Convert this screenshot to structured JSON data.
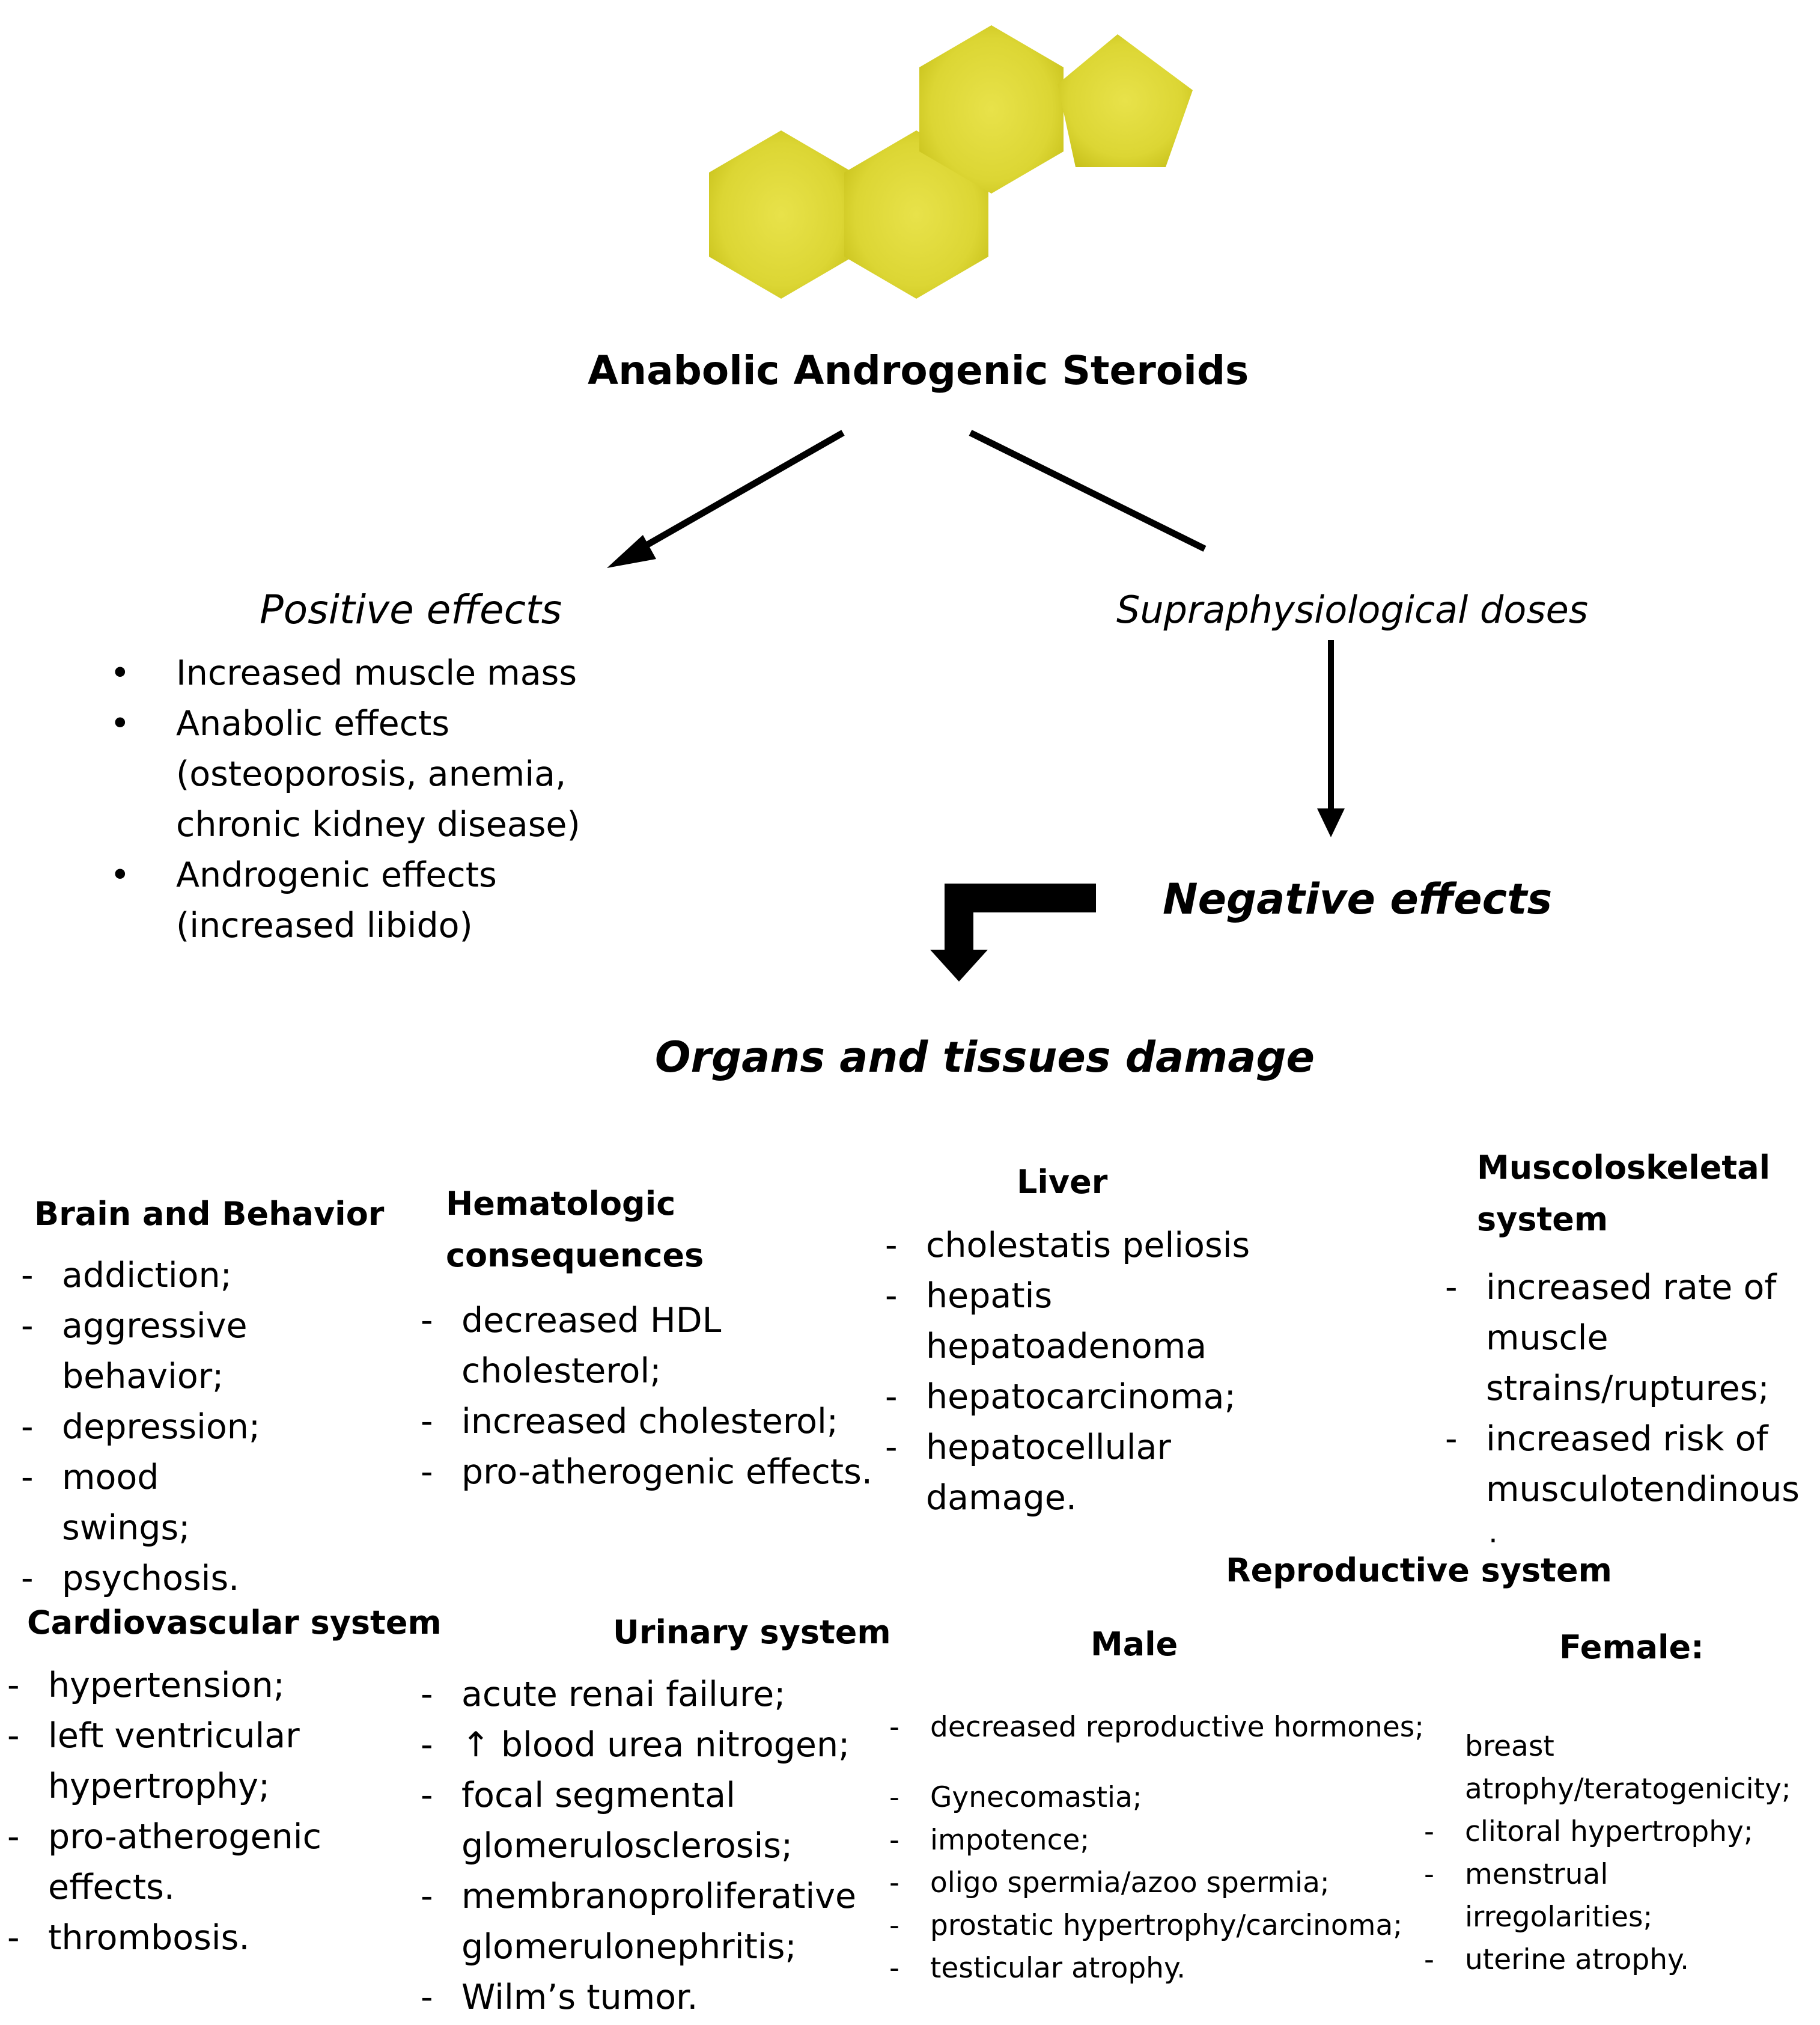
{
  "title": "Anabolic Androgenic Steroids",
  "positive": {
    "heading": "Positive effects",
    "items": [
      "Increased  muscle mass",
      "Anabolic effects (osteoporosis,  anemia, chronic kidney disease)",
      "Androgenic effects (increased  libido)"
    ]
  },
  "supra": "Supraphysiological doses",
  "negative": "Negative effects",
  "organs": "Organs and tissues damage",
  "brain": {
    "heading": "Brain and Behavior",
    "items": [
      "addiction;",
      "aggressive behavior;",
      "depression;",
      "mood swings;",
      "psychosis."
    ]
  },
  "hema": {
    "heading": "Hematologic consequences",
    "items": [
      "decreased HDL cholesterol;",
      "increased cholesterol;",
      "pro-atherogenic effects."
    ]
  },
  "liver": {
    "heading": "Liver",
    "items": [
      "cholestatis peliosis",
      "hepatis hepatoadenoma",
      "hepatocarcinoma;",
      "hepatocellular damage."
    ]
  },
  "musc": {
    "heading": "Muscoloskeletal system",
    "items": [
      "increased rate of muscle strains/ruptures;",
      "increased risk of musculotendinous"
    ],
    "trailing": "."
  },
  "cardio": {
    "heading": "Cardiovascular system",
    "items": [
      "hypertension;",
      "left ventricular hypertrophy;",
      "pro-atherogenic effects.",
      "thrombosis."
    ]
  },
  "urinary": {
    "heading": "Urinary system",
    "items": [
      "acute renai failure;",
      "↑ blood urea nitrogen;",
      "focal segmental glomerulosclerosis;",
      "membranoproliferative glomerulonephritis;",
      "Wilm’s tumor."
    ]
  },
  "repro": {
    "heading": "Reproductive system",
    "male": {
      "heading": "Male",
      "items": [
        "decreased reproductive  hormones;",
        "Gynecomastia;",
        "impotence;",
        "oligo spermia/azoo spermia;",
        "prostatic hypertrophy/carcinoma;",
        "testicular atrophy."
      ]
    },
    "female": {
      "heading": "Female:",
      "items": [
        "breast atrophy/teratogenicity;",
        "clitoral hypertrophy;",
        "menstrual irregolarities;",
        "uterine atrophy."
      ]
    }
  },
  "colors": {
    "molecule": "#dcd634",
    "molecule_dark": "#c7c019",
    "ink": "#000000"
  }
}
